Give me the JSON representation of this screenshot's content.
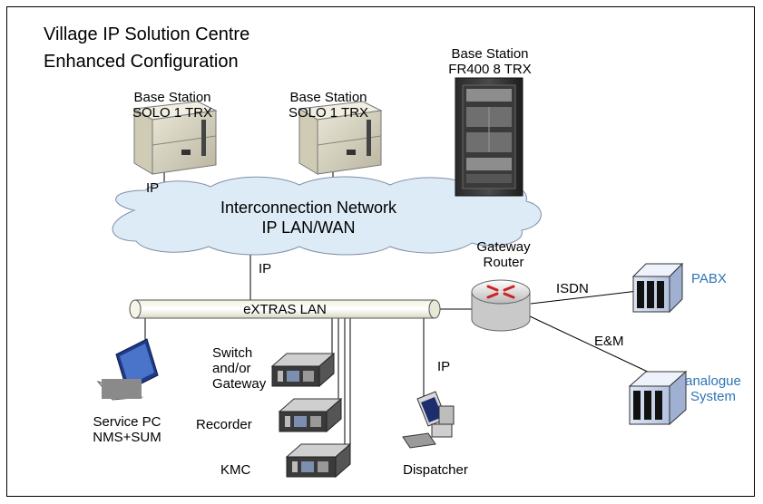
{
  "title": {
    "line1": "Village IP Solution Centre",
    "line2": "Enhanced Configuration"
  },
  "base_stations": [
    {
      "label1": "Base Station",
      "label2": "SOLO 1 TRX"
    },
    {
      "label1": "Base Station",
      "label2": "SOLO 1 TRX"
    },
    {
      "label1": "Base Station",
      "label2": "FR400 8 TRX"
    }
  ],
  "network": {
    "line1": "Interconnection Network",
    "line2": "IP LAN/WAN"
  },
  "links": {
    "ip_top": "IP",
    "ip_mid": "IP",
    "ip_dispatcher": "IP",
    "isdn": "ISDN",
    "em": "E&M"
  },
  "lan_label": "eXTRAS LAN",
  "gateway_router": {
    "line1": "Gateway",
    "line2": "Router"
  },
  "pabx": "PABX",
  "analogue": {
    "line1": "analogue",
    "line2": "System"
  },
  "service_pc": {
    "line1": "Service PC",
    "line2": "NMS+SUM"
  },
  "servers": {
    "switch": {
      "line1": "Switch",
      "line2": "and/or",
      "line3": "Gateway"
    },
    "recorder": "Recorder",
    "kmc": "KMC"
  },
  "dispatcher": "Dispatcher",
  "colors": {
    "blue_label": "#2e75b6",
    "cloud_fill": "#dcebf6",
    "router_arrows": "#cc2222"
  }
}
